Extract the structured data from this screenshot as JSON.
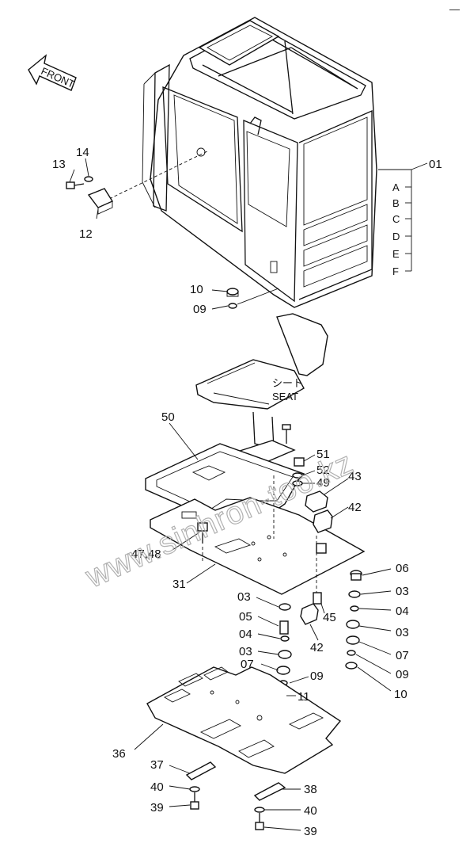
{
  "corner_mark": "—",
  "front_label": "FRONT",
  "seat_label_jp": "シート",
  "seat_label_en": "SEAT",
  "watermark": "www.sinhron-too.kz",
  "cab_variants": [
    "A",
    "B",
    "C",
    "D",
    "E",
    "F"
  ],
  "callouts": {
    "p01": "01",
    "p03a": "03",
    "p03b": "03",
    "p03c": "03",
    "p03d": "03",
    "p04a": "04",
    "p04b": "04",
    "p05": "05",
    "p06": "06",
    "p07a": "07",
    "p07b": "07",
    "p09a": "09",
    "p09b": "09",
    "p09c": "09",
    "p10a": "10",
    "p10b": "10",
    "p11": "11",
    "p12": "12",
    "p13": "13",
    "p14": "14",
    "p31": "31",
    "p36": "36",
    "p37": "37",
    "p38": "38",
    "p39a": "39",
    "p39b": "39",
    "p40a": "40",
    "p40b": "40",
    "p42a": "42",
    "p42b": "42",
    "p43": "43",
    "p45": "45",
    "p4748": "47,48",
    "p49": "49",
    "p50": "50",
    "p51": "51",
    "p52": "52"
  }
}
